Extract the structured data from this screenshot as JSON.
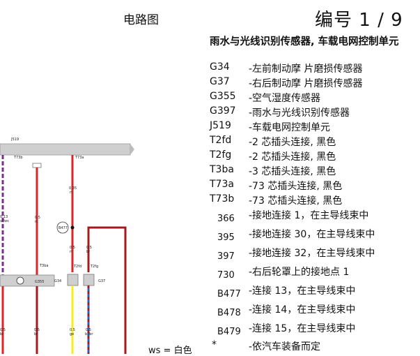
{
  "header": {
    "title": "电路图",
    "page_label": "编号  1 / 9"
  },
  "heading": "雨水与光线识别传感器, 车载电网控制单元",
  "legend": [
    {
      "code": "G34",
      "desc": "-左前制动摩   片磨损传感器"
    },
    {
      "code": "G37",
      "desc": "-右后制动摩   片磨损传感器"
    },
    {
      "code": "G355",
      "desc": "-空气湿度传感器"
    },
    {
      "code": "G397",
      "desc": "-雨水与光线识别传感器"
    },
    {
      "code": "J519",
      "desc": "-车载电网控制单元"
    },
    {
      "code": "T2fd",
      "desc": "-2 芯插头连接, 黑色"
    },
    {
      "code": "T2fg",
      "desc": "-2 芯插头连接, 黑色"
    },
    {
      "code": "T3ba",
      "desc": "-3 芯插头连接, 黑色"
    },
    {
      "code": "T73a",
      "desc": "-73 芯插头连接, 黑色"
    },
    {
      "code": "T73b",
      "desc": "-73 芯插头连接, 黑色"
    },
    {
      "code": "366",
      "desc": "-接地连接 1，在主导线束中"
    },
    {
      "code": "395",
      "desc": "-接地连接 30，在主导线束中"
    },
    {
      "code": "397",
      "desc": "-接地连接 32，在主导线束中"
    },
    {
      "code": "730",
      "desc": "-右后轮罩上的接地点 1"
    },
    {
      "code": "B477",
      "desc": "-连接 13，在主导线束中"
    },
    {
      "code": "B478",
      "desc": "-连接 14，在主导线束中"
    },
    {
      "code": "B479",
      "desc": "-连接 15，在主导线束中"
    },
    {
      "code": "*",
      "desc": "-依汽车装备而定"
    }
  ],
  "color_key": "ws = 白色",
  "diagram_labels": {
    "bus": "J519",
    "g355": "G355",
    "g34": "G34",
    "g37": "G37",
    "b477": "B477",
    "t73a": "T73a",
    "t73b": "T73b",
    "t3ba": "T3ba",
    "t2fd": "T2fd",
    "t2fg": "T2fg",
    "w1": "0.5",
    "w1c": "rt",
    "w2": "0.35",
    "w2c": "rt",
    "w3": "0.5",
    "w3c": "ge",
    "w4": "0.5",
    "w4c": "bl/br",
    "w5": "0.5",
    "w5c": "br",
    "w6": "0.13",
    "w6c": "vi/ws",
    "w7": "0.5",
    "w7c": "br"
  },
  "colors": {
    "wire_red": "#d8262b",
    "wire_dark_red": "#a8181c",
    "wire_purple": "#7a2f8f",
    "wire_yellow": "#f4ee21",
    "wire_blue": "#2a5bd7",
    "bus_gray": "#cfcfcf"
  }
}
